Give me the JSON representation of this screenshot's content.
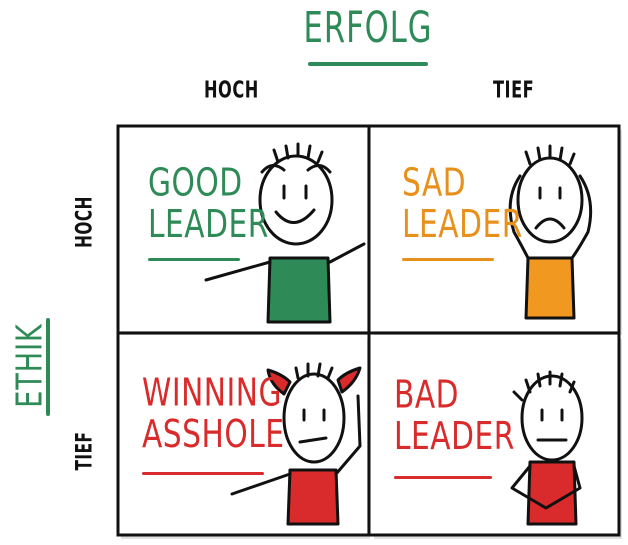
{
  "axis_x": {
    "title": "ERFOLG",
    "high": "HOCH",
    "low": "TIEF"
  },
  "axis_y": {
    "title": "ETHIK",
    "high": "HOCH",
    "low": "TIEF"
  },
  "quadrants": {
    "top_left": {
      "line1": "GOOD",
      "line2": "LEADER",
      "color": "#2e8b57"
    },
    "top_right": {
      "line1": "SAD",
      "line2": "LEADER",
      "color": "#e8901c"
    },
    "bottom_left": {
      "line1": "WINNING",
      "line2": "ASSHOLE",
      "color": "#d92b2b"
    },
    "bottom_right": {
      "line1": "BAD",
      "line2": "LEADER",
      "color": "#d92b2b"
    }
  },
  "colors": {
    "ethik_erfolg_titles": "#2e8b57",
    "shirt_green": "#2e8b57",
    "shirt_orange": "#f0981f",
    "shirt_red": "#d92b2b"
  }
}
